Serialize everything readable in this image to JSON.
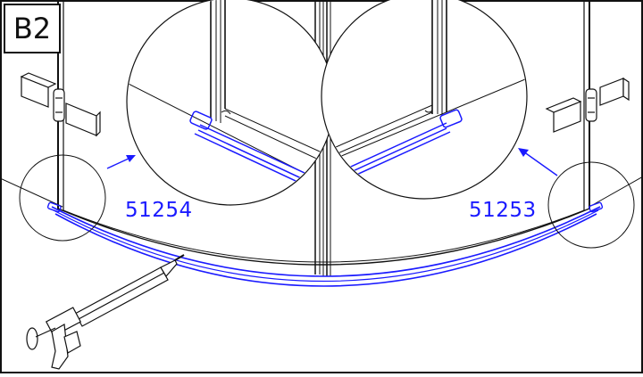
{
  "step": {
    "label": "B2"
  },
  "parts": {
    "left": {
      "code": "51254"
    },
    "right": {
      "code": "51253"
    }
  },
  "colors": {
    "line": "#111111",
    "accent": "#1a1aff",
    "glass": "#ffffff"
  },
  "icons": [
    "hinge-icon",
    "silicone-gun-icon",
    "arrow-icon",
    "magnifier-circle-icon"
  ]
}
